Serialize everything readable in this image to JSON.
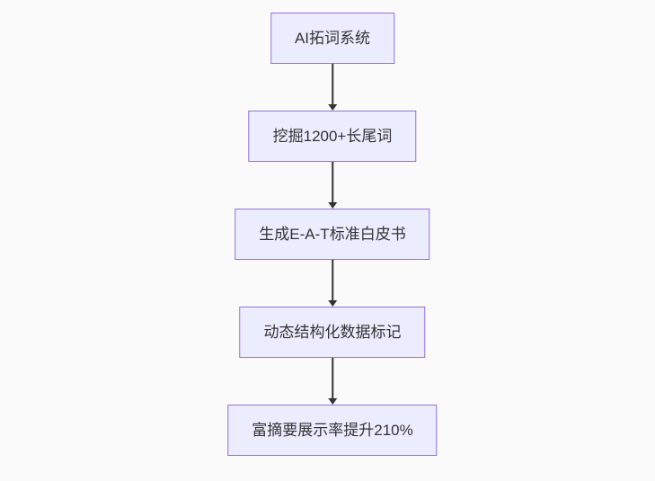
{
  "diagram": {
    "type": "flowchart",
    "direction": "top-down",
    "background_color": "#fafafa",
    "node_fill_color": "#ECECFF",
    "node_border_color": "#9370DB",
    "edge_color": "#333333",
    "text_color": "#333333",
    "nodes": [
      {
        "id": "step-1",
        "label": "AI拓词系统"
      },
      {
        "id": "step-2",
        "label": "挖掘1200+长尾词"
      },
      {
        "id": "step-3",
        "label": "生成E-A-T标准白皮书"
      },
      {
        "id": "step-4",
        "label": "动态结构化数据标记"
      },
      {
        "id": "step-5",
        "label": "富摘要展示率提升210%"
      }
    ],
    "edges": [
      {
        "from": "step-1",
        "to": "step-2",
        "style": "arrow-down"
      },
      {
        "from": "step-2",
        "to": "step-3",
        "style": "arrow-down"
      },
      {
        "from": "step-3",
        "to": "step-4",
        "style": "arrow-down"
      },
      {
        "from": "step-4",
        "to": "step-5",
        "style": "arrow-down"
      }
    ]
  }
}
